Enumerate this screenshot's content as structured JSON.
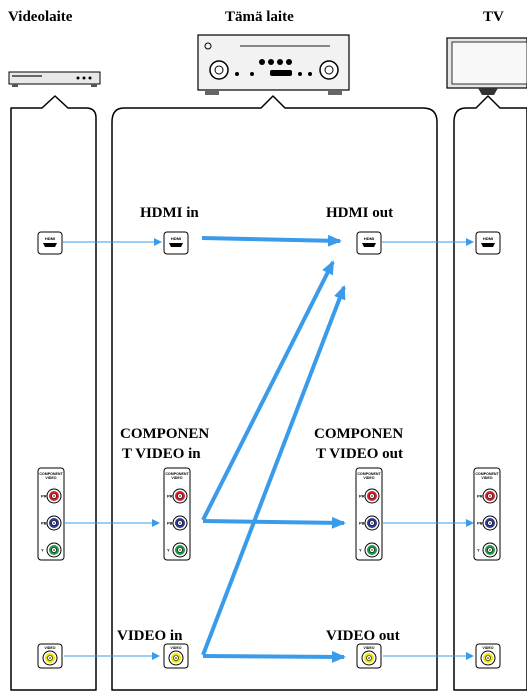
{
  "headers": {
    "source": "Videolaite",
    "receiver": "Tämä laite",
    "tv": "TV"
  },
  "labels": {
    "hdmi_in": "HDMI in",
    "hdmi_out": "HDMI out",
    "component_in_line1": "COMPONEN",
    "component_in_line2": "T VIDEO in",
    "component_out_line1": "COMPONEN",
    "component_out_line2": "T VIDEO out",
    "video_in": "VIDEO in",
    "video_out": "VIDEO out"
  },
  "jack_text": {
    "hdmi": "HDMI",
    "component_line1": "COMPONENT",
    "component_line2": "VIDEO",
    "pr": "PR",
    "pb": "PB",
    "y": "Y",
    "video": "VIDEO"
  },
  "colors": {
    "arrow": "#3a9bea",
    "jack_red": "#d4212d",
    "jack_blue": "#2d3a8c",
    "jack_green": "#1f9a4a",
    "jack_yellow": "#f2e600"
  }
}
